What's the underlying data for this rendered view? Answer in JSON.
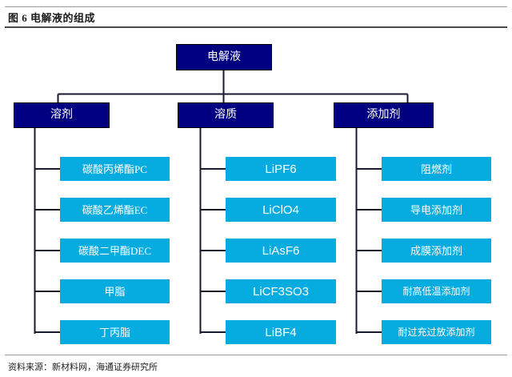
{
  "figure": {
    "title": "图 6  电解液的组成",
    "source": "资料来源：新材料网，海通证券研究所"
  },
  "colors": {
    "navy": "#000080",
    "cyan": "#06ace0",
    "connector": "#1a1a2e",
    "rule_light": "#9a9a9a",
    "rule_dark": "#4a4a4a",
    "text_light": "#ffffff",
    "text_dark": "#1a1a1a"
  },
  "diagram": {
    "type": "tree",
    "root": {
      "label": "电解液"
    },
    "branches": [
      {
        "label": "溶剂",
        "children": [
          {
            "label": "碳酸丙烯酯PC"
          },
          {
            "label": "碳酸乙烯酯EC"
          },
          {
            "label": "碳酸二甲酯DEC"
          },
          {
            "label": "甲脂"
          },
          {
            "label": "丁丙脂"
          }
        ]
      },
      {
        "label": "溶质",
        "children": [
          {
            "label": "LiPF6"
          },
          {
            "label": "LiClO4"
          },
          {
            "label": "LiAsF6"
          },
          {
            "label": "LiCF3SO3"
          },
          {
            "label": "LiBF4"
          }
        ]
      },
      {
        "label": "添加剂",
        "children": [
          {
            "label": "阻燃剂"
          },
          {
            "label": "导电添加剂"
          },
          {
            "label": "成膜添加剂"
          },
          {
            "label": "耐高低温添加剂"
          },
          {
            "label": "耐过充过放添加剂"
          }
        ]
      }
    ]
  }
}
